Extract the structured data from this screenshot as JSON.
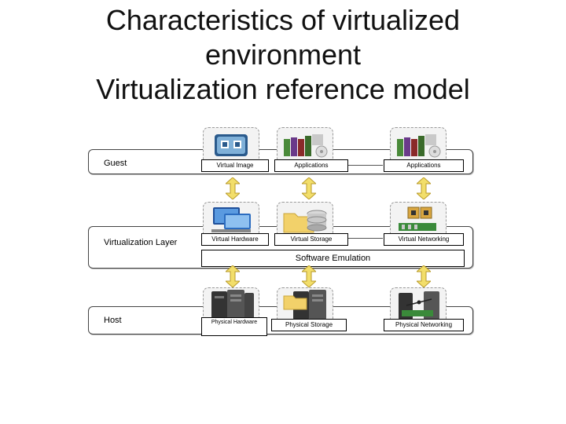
{
  "title": {
    "line1": "Characteristics of virtualized",
    "line2": "environment",
    "line3": "Virtualization reference model"
  },
  "rows": {
    "guest": "Guest",
    "virtualization_layer": "Virtualization Layer",
    "host": "Host"
  },
  "guest_boxes": {
    "virtual_image": "Virtual Image",
    "applications_1": "Applications",
    "applications_2": "Applications"
  },
  "virtualization_boxes": {
    "virtual_hardware": "Virtual Hardware",
    "virtual_storage": "Virtual Storage",
    "virtual_networking": "Virtual Networking",
    "software_emulation": "Software Emulation"
  },
  "host_boxes": {
    "physical_hardware": "Physical Hardware",
    "physical_storage": "Physical Storage",
    "physical_networking": "Physical Networking"
  },
  "icons": {
    "virtual_image": "virtual-image-icon",
    "applications": "applications-icon",
    "virtual_hardware": "virtual-hardware-icon",
    "virtual_storage": "virtual-storage-icon",
    "virtual_networking": "virtual-networking-icon",
    "physical_hardware": "server-icon",
    "physical_storage": "storage-server-icon",
    "physical_networking": "network-server-icon"
  },
  "colors": {
    "arrow_fill": "#f2de6a",
    "arrow_stroke": "#b99b2a"
  }
}
